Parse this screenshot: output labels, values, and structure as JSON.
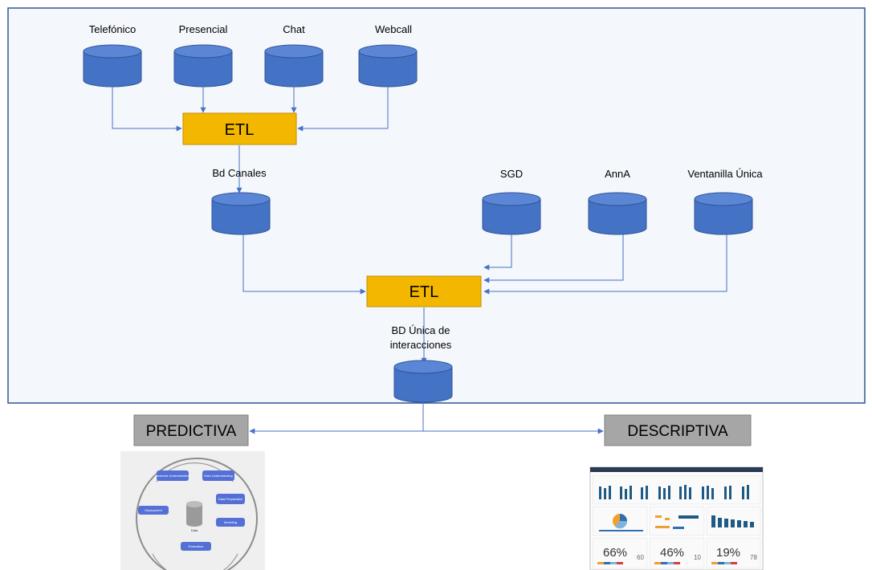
{
  "colors": {
    "database": "#4472C4",
    "database_top": "#5B86D6",
    "etl": "#F4B700",
    "output_box": "#A6A6A6",
    "connector": "#4472C4",
    "panel_border": "#2F5597",
    "panel_bg": "#F4F7FC"
  },
  "sources": [
    {
      "label": "Telefónico",
      "icon": "database-icon"
    },
    {
      "label": "Presencial",
      "icon": "database-icon"
    },
    {
      "label": "Chat",
      "icon": "database-icon"
    },
    {
      "label": "Webcall",
      "icon": "database-icon"
    }
  ],
  "etl_top": {
    "label": "ETL"
  },
  "bd_canales": {
    "label": "Bd Canales",
    "icon": "database-icon"
  },
  "external_sources": [
    {
      "label": "SGD",
      "icon": "database-icon"
    },
    {
      "label": "AnnA",
      "icon": "database-icon"
    },
    {
      "label": "Ventanilla Única",
      "icon": "database-icon"
    }
  ],
  "etl_main": {
    "label": "ETL"
  },
  "bd_unica": {
    "label_line1": "BD Única de",
    "label_line2": "interacciones",
    "icon": "database-icon"
  },
  "outputs": {
    "predictiva": {
      "label": "PREDICTIVA"
    },
    "descriptiva": {
      "label": "DESCRIPTIVA"
    }
  },
  "crisp_dm_thumbnail": {
    "steps": [
      "Business Understanding",
      "Data Understanding",
      "Data Preparation",
      "Modeling",
      "Evaluation",
      "Deployment"
    ],
    "center": "Data"
  },
  "dashboard_thumbnail": {
    "kpis": [
      {
        "value": "66%",
        "secondary": "60"
      },
      {
        "value": "46%",
        "secondary": "10"
      },
      {
        "value": "19%",
        "secondary": "78"
      }
    ]
  }
}
